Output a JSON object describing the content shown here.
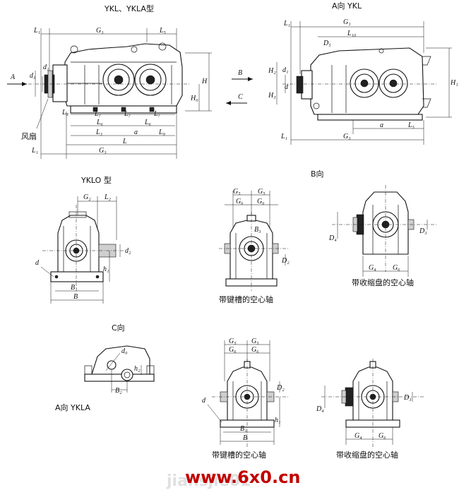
{
  "titles": {
    "main": "YKL、YKLA型",
    "view_a_ykl": "A向 YKL",
    "yklo": "YKLO 型",
    "view_b": "B向",
    "view_c": "C向",
    "view_a_ykla": "A向 YKLA"
  },
  "captions": {
    "keyed_hollow_shaft_1": "带键槽的空心轴",
    "shrink_disk_hollow_shaft_1": "带收缩盘的空心轴",
    "keyed_hollow_shaft_2": "带键槽的空心轴",
    "shrink_disk_hollow_shaft_2": "带收缩盘的空心轴"
  },
  "annotations": {
    "fan": "风扇",
    "arrow_a": "A",
    "arrow_b": "B",
    "arrow_c": "C"
  },
  "dims": {
    "L1": "L₁",
    "G1": "G₁",
    "L5": "L₅",
    "L10": "L₁₀",
    "D5": "D₅",
    "d3": "d₃",
    "d1": "d₁",
    "H": "H",
    "H0": "H₀",
    "H1": "H₁",
    "H2": "H₂",
    "H3": "H₃",
    "L8": "L₈",
    "L7": "L₇",
    "L6": "L₆",
    "L3": "L₃",
    "a": "a",
    "L9": "L₉",
    "L": "L",
    "G3": "G₃",
    "G2": "G₂",
    "L2": "L₂",
    "d2": "d₂",
    "d": "d",
    "h1": "h₁",
    "B1": "B₁",
    "B": "B",
    "G5": "G₅",
    "G6": "G₆",
    "B3": "B₃",
    "D2": "D₂",
    "D3": "D₃",
    "D4": "D₄",
    "G4": "G₄",
    "d0": "d₀",
    "h2": "h₂",
    "B2": "B₂"
  },
  "watermark": {
    "url": "www.6x0.cn",
    "faint": "jiansjie01"
  }
}
